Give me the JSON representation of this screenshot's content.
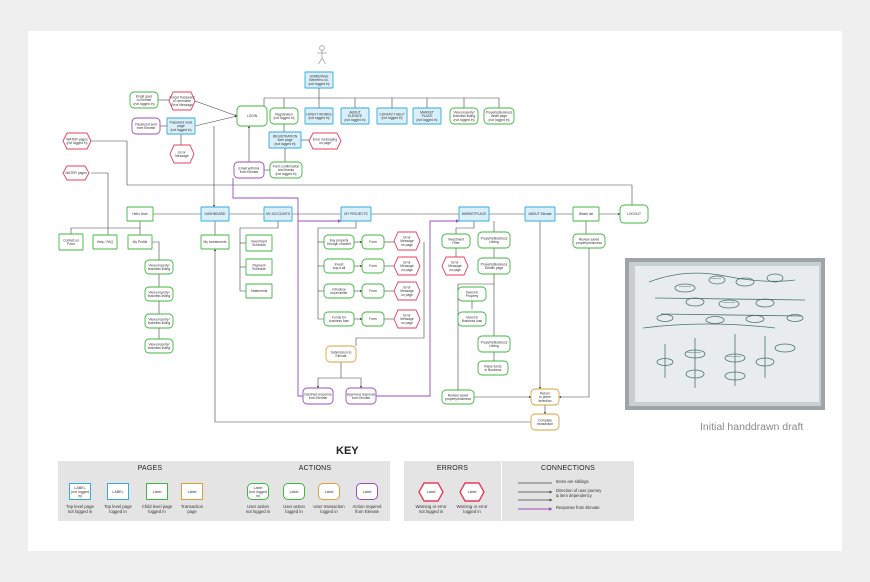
{
  "diagram": {
    "colors": {
      "top_page": "#35a8d8",
      "child_page": "#3fb63f",
      "action_user": "#3fb63f",
      "transaction": "#d9a23a",
      "elevate": "#9a4dbf",
      "error": "#e53f5c",
      "line": "#444444"
    },
    "nodes": [
      {
        "id": "homepage",
        "text": [
          "HOMEPAGE",
          "Benefit to co.",
          "(not logged in)"
        ],
        "kind": "top_page"
      },
      {
        "id": "login",
        "text": [
          "LOGIN"
        ],
        "kind": "top_page_green"
      },
      {
        "id": "registration",
        "text": [
          "Registration",
          "(not logged in)"
        ],
        "kind": "action"
      },
      {
        "id": "how_it_works",
        "text": [
          "HOW IT WORKS",
          "(not logged in)"
        ],
        "kind": "top_page"
      },
      {
        "id": "about_elevate",
        "text": [
          "ABOUT",
          "ELEVATE",
          "(not logged in)"
        ],
        "kind": "top_page"
      },
      {
        "id": "contact_help",
        "text": [
          "CONTACT HELP",
          "(not logged in)"
        ],
        "kind": "top_page"
      },
      {
        "id": "market_place",
        "text": [
          "MARKET",
          "PLACE",
          "(not logged in)"
        ],
        "kind": "top_page"
      },
      {
        "id": "view_property",
        "text": [
          "View property/",
          "business listing",
          "(not logged in)"
        ],
        "kind": "action"
      },
      {
        "id": "property_detail",
        "text": [
          "Property/Business",
          "detail page",
          "(not logged in)"
        ],
        "kind": "action"
      },
      {
        "id": "email_elevate",
        "text": [
          "Email goes",
          "to Elevate",
          "(not logged in)"
        ],
        "kind": "action"
      },
      {
        "id": "forgot_password",
        "text": [
          "Forgot Password",
          "or username",
          "Error Message"
        ],
        "kind": "error"
      },
      {
        "id": "password_sent",
        "text": [
          "Password sent",
          "from Elevate"
        ],
        "kind": "elevate"
      },
      {
        "id": "password_reset",
        "text": [
          "Password reset",
          "page",
          "(not logged in)"
        ],
        "kind": "top_page"
      },
      {
        "id": "error_message_left",
        "text": [
          "Error",
          "Message"
        ],
        "kind": "error"
      },
      {
        "id": "registration_form",
        "text": [
          "REGISTRATION",
          "form page",
          "(not logged in)"
        ],
        "kind": "top_page"
      },
      {
        "id": "error_registration",
        "text": [
          "Error messaging",
          "on page"
        ],
        "kind": "error"
      },
      {
        "id": "form_confirmation",
        "text": [
          "Form confirmation",
          "and thanks",
          "(not logged in)"
        ],
        "kind": "action"
      },
      {
        "id": "email_link",
        "text": [
          "Email with link",
          "from Elevate"
        ],
        "kind": "elevate"
      },
      {
        "id": "water_pages_1",
        "text": [
          "WATER pages",
          "(not logged in)"
        ],
        "kind": "error"
      },
      {
        "id": "water_pages_2",
        "text": [
          "WATER pages"
        ],
        "kind": "error"
      },
      {
        "id": "hello_user",
        "text": [
          "Hello User"
        ],
        "kind": "child_page"
      },
      {
        "id": "dashboard",
        "text": [
          "DASHBOARD"
        ],
        "kind": "top_page"
      },
      {
        "id": "my_accounts",
        "text": [
          "MY ACCOUNTS"
        ],
        "kind": "top_page"
      },
      {
        "id": "my_projects",
        "text": [
          "MY PROJECTS"
        ],
        "kind": "top_page"
      },
      {
        "id": "marketplace",
        "text": [
          "MARKETPLACE"
        ],
        "kind": "top_page"
      },
      {
        "id": "about_elevate_2",
        "text": [
          "ABOUT Elevate"
        ],
        "kind": "top_page"
      },
      {
        "id": "watch_list",
        "text": [
          "Watch list"
        ],
        "kind": "child_page"
      },
      {
        "id": "logout",
        "text": [
          "LOGOUT"
        ],
        "kind": "top_page_green"
      },
      {
        "id": "contact_us",
        "text": [
          "Contact us",
          "Form"
        ],
        "kind": "child_page"
      },
      {
        "id": "help_faq",
        "text": [
          "Help / FAQ"
        ],
        "kind": "child_page"
      },
      {
        "id": "my_profile",
        "text": [
          "My Profile"
        ],
        "kind": "child_page"
      },
      {
        "id": "my_investments",
        "text": [
          "My investments"
        ],
        "kind": "child_page"
      },
      {
        "id": "investment_schedule",
        "text": [
          "Investment",
          "Schedule"
        ],
        "kind": "child_page"
      },
      {
        "id": "payment_schedule",
        "text": [
          "Payment",
          "Schedule"
        ],
        "kind": "child_page"
      },
      {
        "id": "statements",
        "text": [
          "Statements"
        ],
        "kind": "child_page"
      },
      {
        "id": "view_listing_1",
        "text": [
          "View property/",
          "business listing"
        ],
        "kind": "action"
      },
      {
        "id": "view_listing_2",
        "text": [
          "View property/",
          "business listing"
        ],
        "kind": "action"
      },
      {
        "id": "view_listing_3",
        "text": [
          "View property/",
          "business listing"
        ],
        "kind": "action"
      },
      {
        "id": "view_listing_4",
        "text": [
          "View property/",
          "business listing"
        ],
        "kind": "action"
      },
      {
        "id": "buy_property",
        "text": [
          "Buy property",
          "through channel"
        ],
        "kind": "action"
      },
      {
        "id": "invest_buy",
        "text": [
          "Invest",
          "buy-it-all"
        ],
        "kind": "action"
      },
      {
        "id": "introduce_buyer",
        "text": [
          "Introduce",
          "buyer/seller"
        ],
        "kind": "action"
      },
      {
        "id": "funds_loan",
        "text": [
          "Funds for",
          "business loan"
        ],
        "kind": "action"
      },
      {
        "id": "form_1",
        "text": [
          "Form"
        ],
        "kind": "action"
      },
      {
        "id": "form_2",
        "text": [
          "Form"
        ],
        "kind": "action"
      },
      {
        "id": "form_3",
        "text": [
          "Form"
        ],
        "kind": "action"
      },
      {
        "id": "form_4",
        "text": [
          "Form"
        ],
        "kind": "action"
      },
      {
        "id": "error_form_1",
        "text": [
          "Error",
          "Message",
          "on page"
        ],
        "kind": "error"
      },
      {
        "id": "error_form_2",
        "text": [
          "Error",
          "Message",
          "on page"
        ],
        "kind": "error"
      },
      {
        "id": "error_form_3",
        "text": [
          "Error",
          "Message",
          "on page"
        ],
        "kind": "error"
      },
      {
        "id": "error_form_4",
        "text": [
          "Error",
          "Message",
          "on page"
        ],
        "kind": "error"
      },
      {
        "id": "submission_elevate",
        "text": [
          "Submission to",
          "Elevate"
        ],
        "kind": "transaction"
      },
      {
        "id": "declined_response",
        "text": [
          "Declined response",
          "from Elevate"
        ],
        "kind": "elevate"
      },
      {
        "id": "approved_response",
        "text": [
          "Approved response",
          "from Elevate"
        ],
        "kind": "elevate"
      },
      {
        "id": "investment_filter",
        "text": [
          "Investment",
          "Filter"
        ],
        "kind": "action"
      },
      {
        "id": "property_listing",
        "text": [
          "Property/Business",
          "Listing"
        ],
        "kind": "action"
      },
      {
        "id": "error_filter",
        "text": [
          "Error",
          "Message",
          "on page"
        ],
        "kind": "error"
      },
      {
        "id": "property_detail_2",
        "text": [
          "Property/Business",
          "Details page"
        ],
        "kind": "action"
      },
      {
        "id": "invest_property",
        "text": [
          "Invest in",
          "Property"
        ],
        "kind": "action"
      },
      {
        "id": "invest_business",
        "text": [
          "Invest in",
          "Business loan"
        ],
        "kind": "action"
      },
      {
        "id": "property_listing_2",
        "text": [
          "Property/Business",
          "Listing"
        ],
        "kind": "action"
      },
      {
        "id": "raise_funds",
        "text": [
          "Raise funds",
          "in Business"
        ],
        "kind": "action"
      },
      {
        "id": "review_saved",
        "text": [
          "Review saved",
          "property/business"
        ],
        "kind": "action"
      },
      {
        "id": "review_saved_2",
        "text": [
          "Review saved",
          "property/business"
        ],
        "kind": "action"
      },
      {
        "id": "return_selection",
        "text": [
          "Return",
          "to prime",
          "selection"
        ],
        "kind": "transaction"
      },
      {
        "id": "complete_transaction",
        "text": [
          "Complete",
          "transaction"
        ],
        "kind": "transaction"
      }
    ]
  },
  "key": {
    "title": "KEY",
    "pages": {
      "heading": "PAGES",
      "items": [
        {
          "box": "LABEL\n(not logged in)",
          "caption": "Top level page\nnot logged in"
        },
        {
          "box": "LABEL",
          "caption": "Top level page\nlogged in"
        },
        {
          "box": "Label",
          "caption": "Child level page\nlogged in"
        },
        {
          "box": "Label",
          "caption": "Transaction\npage"
        }
      ]
    },
    "actions": {
      "heading": "ACTIONS",
      "items": [
        {
          "box": "Label\n(not logged in)",
          "caption": "User action\nnot logged in"
        },
        {
          "box": "Label",
          "caption": "User action\nlogged in"
        },
        {
          "box": "Label",
          "caption": "User transaction\nlogged in"
        },
        {
          "box": "Label",
          "caption": "Action required\nfrom Elevate"
        }
      ]
    },
    "errors": {
      "heading": "ERRORS",
      "items": [
        {
          "box": "Label",
          "caption": "Warning or error\nnot logged in"
        },
        {
          "box": "Label",
          "caption": "Warning or error\nlogged in"
        }
      ]
    },
    "connections": {
      "heading": "CONNECTIONS",
      "items": [
        {
          "text": "Items are siblings"
        },
        {
          "text": "Direction of user journey\n& item dependency"
        },
        {
          "text": ""
        },
        {
          "text": "Response from Elevate"
        }
      ]
    }
  },
  "draft": {
    "caption": "Initial handdrawn  draft"
  }
}
